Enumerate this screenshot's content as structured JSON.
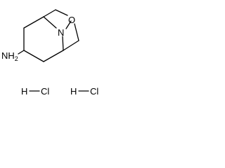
{
  "molecule": {
    "atoms": {
      "nitrogen": "N",
      "oxygen": "O",
      "amine": "NH2",
      "amine_main": "NH",
      "amine_sub": "2"
    },
    "salt": [
      {
        "h": "H",
        "cl": "Cl"
      },
      {
        "h": "H",
        "cl": "Cl"
      }
    ]
  }
}
